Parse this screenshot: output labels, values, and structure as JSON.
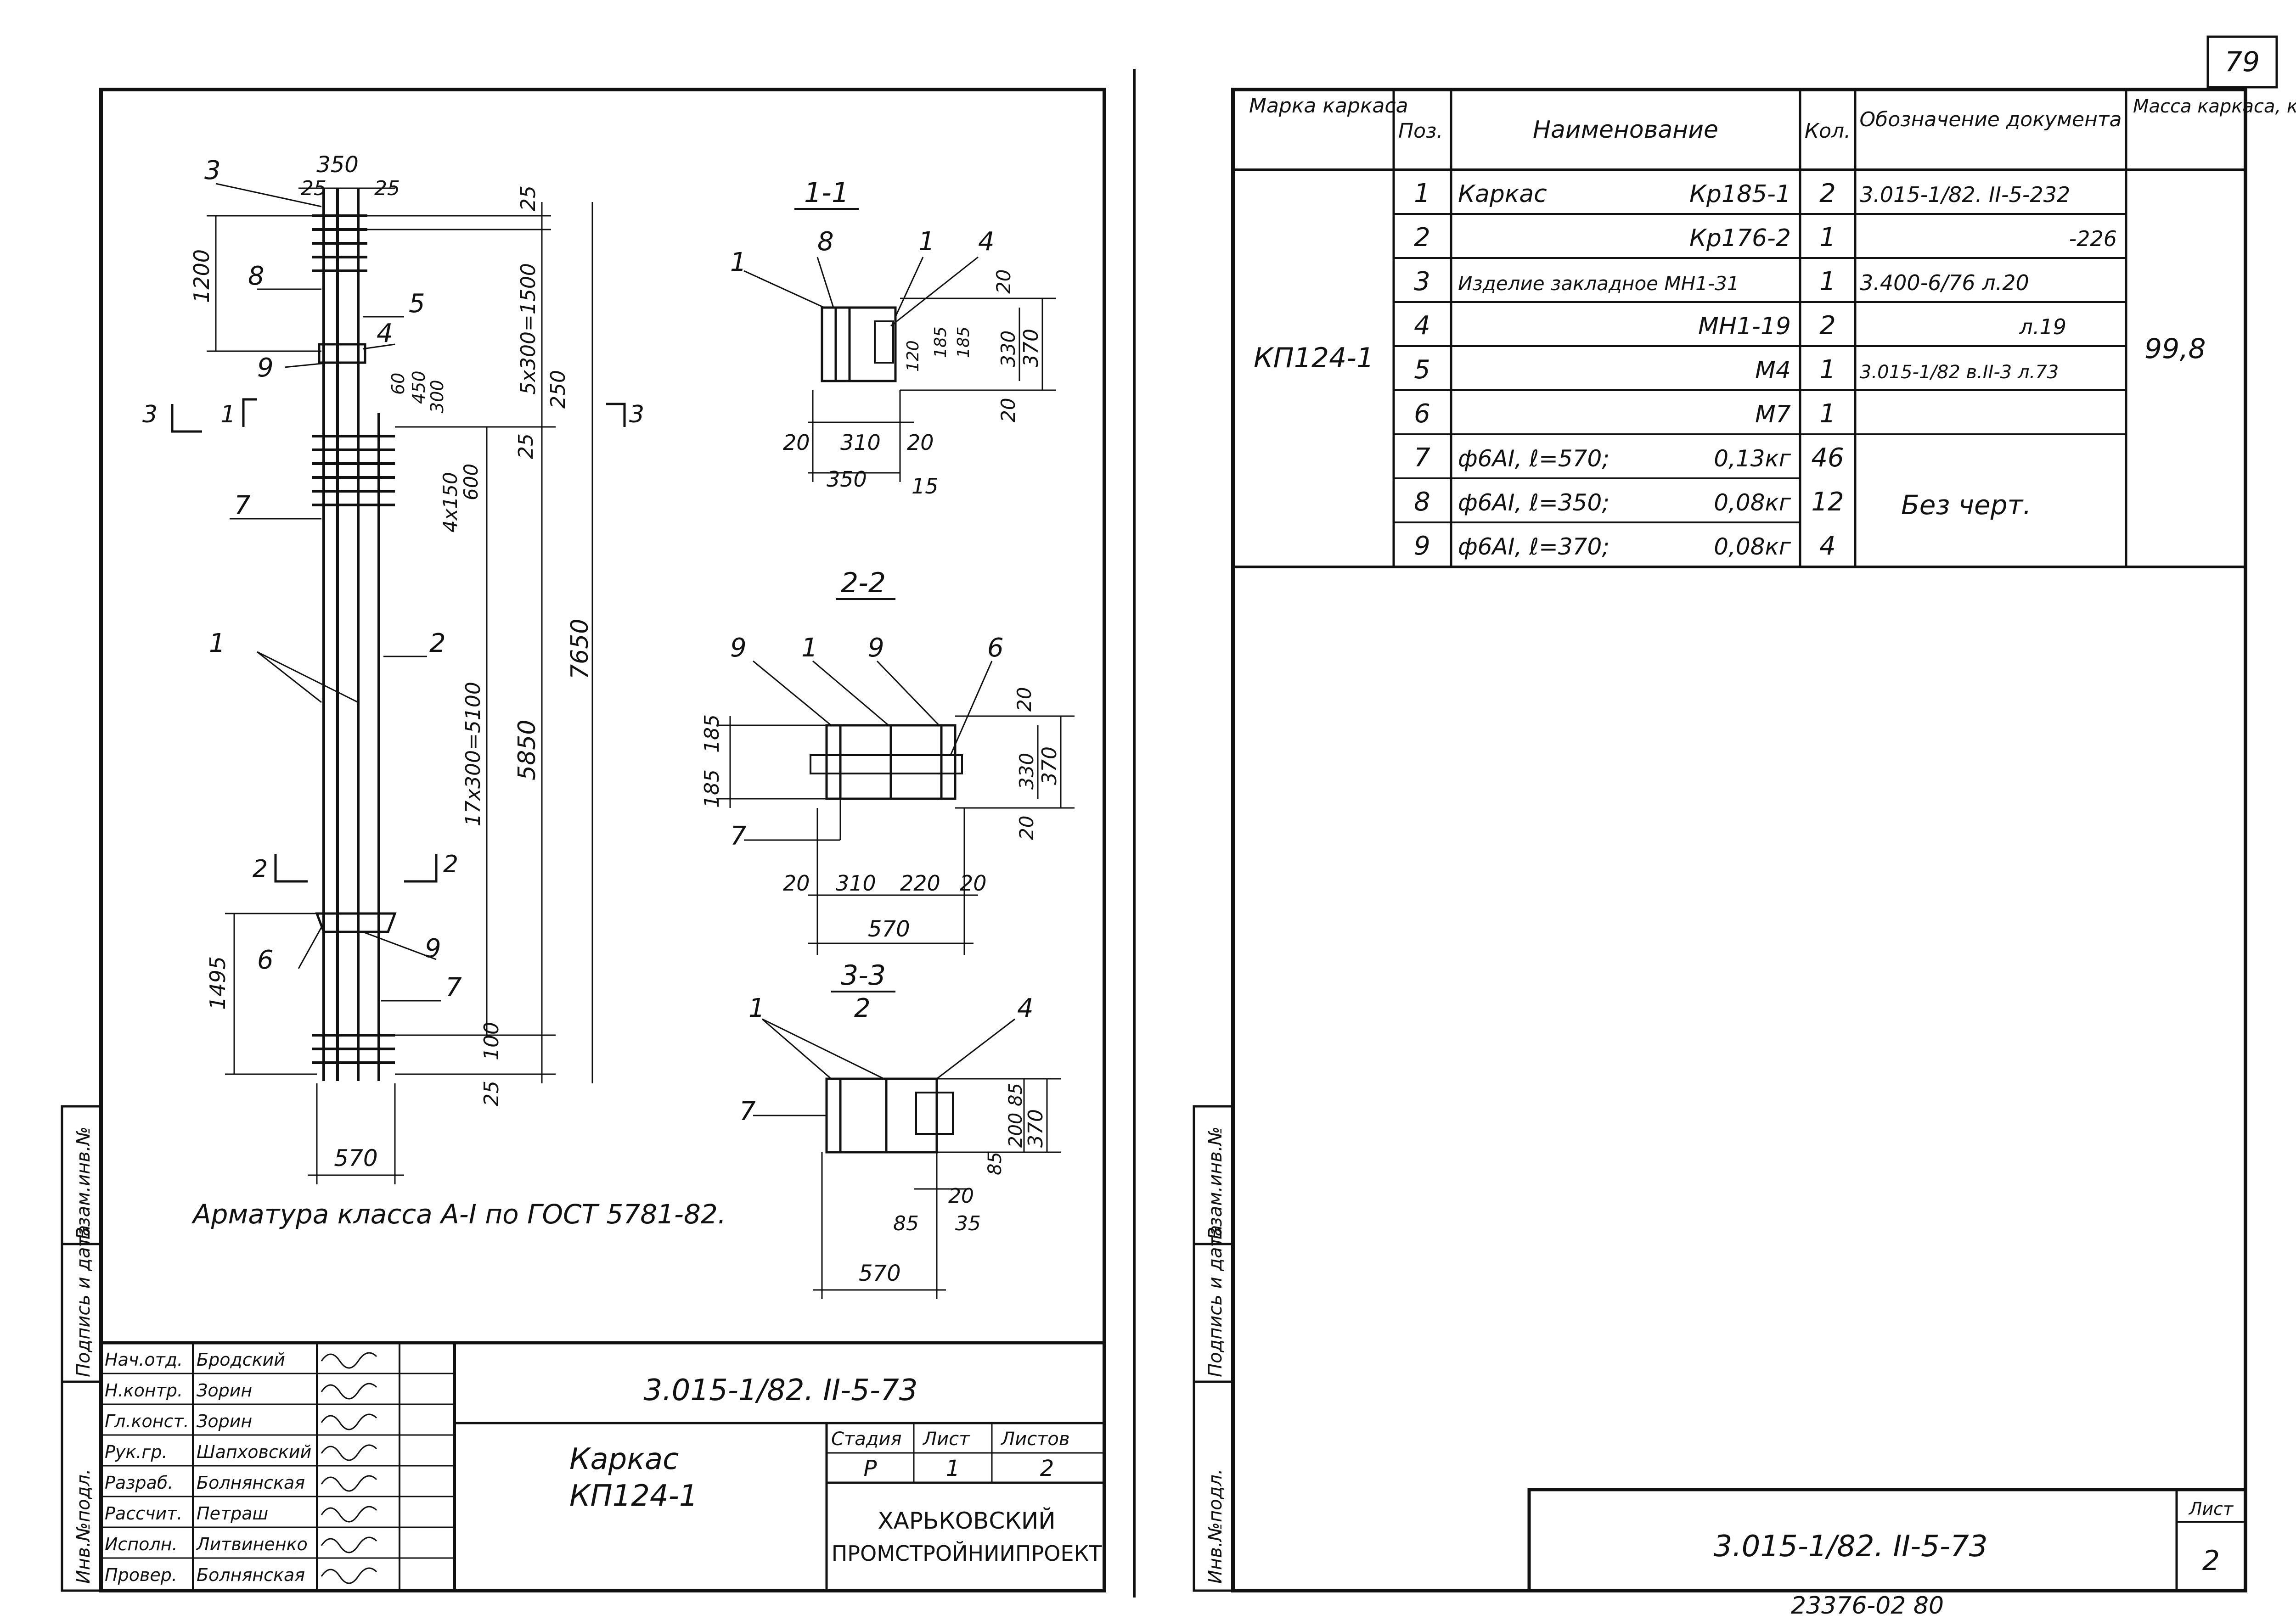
{
  "page_number": "79",
  "left_sheet": {
    "steel_note": "Арматура класса А-I по ГОСТ 5781-82.",
    "elevation": {
      "dims": {
        "top_width": "350",
        "top_left": "25",
        "top_right": "25",
        "h1200": "1200",
        "d25a": "25",
        "d5x300": "5х300=1500",
        "d250": "250",
        "d7650": "7650",
        "d25b": "25",
        "d4x150": "4х150",
        "d600": "600",
        "d5850": "5850",
        "d17x300": "17х300=5100",
        "d1495": "1495",
        "d100": "100",
        "d25c": "25",
        "bottom_width": "570",
        "small_60": "60",
        "small_450": "450",
        "small_300": "300"
      },
      "labels": [
        "3",
        "8",
        "5",
        "9",
        "4",
        "7",
        "1",
        "2",
        "6",
        "9",
        "7"
      ],
      "section_marks": {
        "s3": "3",
        "s1": "1",
        "s2": "2"
      }
    },
    "sec11": {
      "title": "1-1",
      "labels": [
        "1",
        "8",
        "1",
        "4"
      ],
      "dims": [
        "20",
        "310",
        "20",
        "350",
        "15",
        "20",
        "330",
        "370",
        "20",
        "120",
        "185",
        "185"
      ]
    },
    "sec22": {
      "title": "2-2",
      "labels": [
        "9",
        "1",
        "9",
        "6",
        "7"
      ],
      "dims": [
        "20",
        "310",
        "220",
        "20",
        "570",
        "20",
        "330",
        "370",
        "20",
        "185",
        "185"
      ]
    },
    "sec33": {
      "title": "3-3",
      "labels": [
        "1",
        "2",
        "4",
        "7"
      ],
      "dims": [
        "85",
        "200",
        "85",
        "370",
        "85",
        "20",
        "35",
        "570"
      ]
    },
    "title_block": {
      "signatures": [
        {
          "role": "Нач.отд.",
          "name": "Бродский"
        },
        {
          "role": "Н.контр.",
          "name": "Зорин"
        },
        {
          "role": "Гл.конст.",
          "name": "Зорин"
        },
        {
          "role": "Рук.гр.",
          "name": "Шапховский"
        },
        {
          "role": "Разраб.",
          "name": "Болнянская"
        },
        {
          "role": "Рассчит.",
          "name": "Петраш"
        },
        {
          "role": "Исполн.",
          "name": "Литвиненко"
        },
        {
          "role": "Провер.",
          "name": "Болнянская"
        }
      ],
      "doc_code": "3.015-1/82. II-5-73",
      "title": "Каркас",
      "subtitle": "КП124-1",
      "stage_label": "Стадия",
      "sheet_label": "Лист",
      "sheets_label": "Листов",
      "stage": "Р",
      "sheet": "1",
      "sheets": "2",
      "org_line1": "ХАРЬКОВСКИЙ",
      "org_line2": "ПРОМСТРОЙНИИПРОЕКТ"
    },
    "side_stamp": [
      "Инв.№подл.",
      "Подпись и дата",
      "Взам.инв.№"
    ]
  },
  "right_sheet": {
    "table": {
      "headers": {
        "mark": "Марка каркаса",
        "pos": "Поз.",
        "name": "Наименование",
        "qty": "Кол.",
        "doc": "Обозначение документа",
        "mass": "Масса каркаса, кг"
      },
      "mark": "КП124-1",
      "mass": "99,8",
      "rows": [
        {
          "pos": "1",
          "name_a": "Каркас",
          "name_b": "Кр185-1",
          "qty": "2",
          "doc": "3.015-1/82. II-5-232"
        },
        {
          "pos": "2",
          "name_a": "",
          "name_b": "Кр176-2",
          "qty": "1",
          "doc": "-226"
        },
        {
          "pos": "3",
          "name_a": "Изделие закладное МН1-31",
          "name_b": "",
          "qty": "1",
          "doc": "3.400-6/76 л.20"
        },
        {
          "pos": "4",
          "name_a": "",
          "name_b": "МН1-19",
          "qty": "2",
          "doc": "л.19"
        },
        {
          "pos": "5",
          "name_a": "",
          "name_b": "М4",
          "qty": "1",
          "doc": "3.015-1/82 в.II-3 л.73"
        },
        {
          "pos": "6",
          "name_a": "",
          "name_b": "М7",
          "qty": "1",
          "doc": ""
        },
        {
          "pos": "7",
          "name_a": "ф6АI, ℓ=570;",
          "name_b": "0,13кг",
          "qty": "46",
          "doc": ""
        },
        {
          "pos": "8",
          "name_a": "ф6АI, ℓ=350;",
          "name_b": "0,08кг",
          "qty": "12",
          "doc": ""
        },
        {
          "pos": "9",
          "name_a": "ф6АI, ℓ=370;",
          "name_b": "0,08кг",
          "qty": "4",
          "doc": ""
        }
      ],
      "no_drawing": "Без черт."
    },
    "doc_code": "3.015-1/82. II-5-73",
    "sheet_label": "Лист",
    "sheet": "2",
    "archive_number": "23376-02 80",
    "side_stamp": [
      "Инв.№подл.",
      "Подпись и дата",
      "Взам.инв.№"
    ]
  }
}
